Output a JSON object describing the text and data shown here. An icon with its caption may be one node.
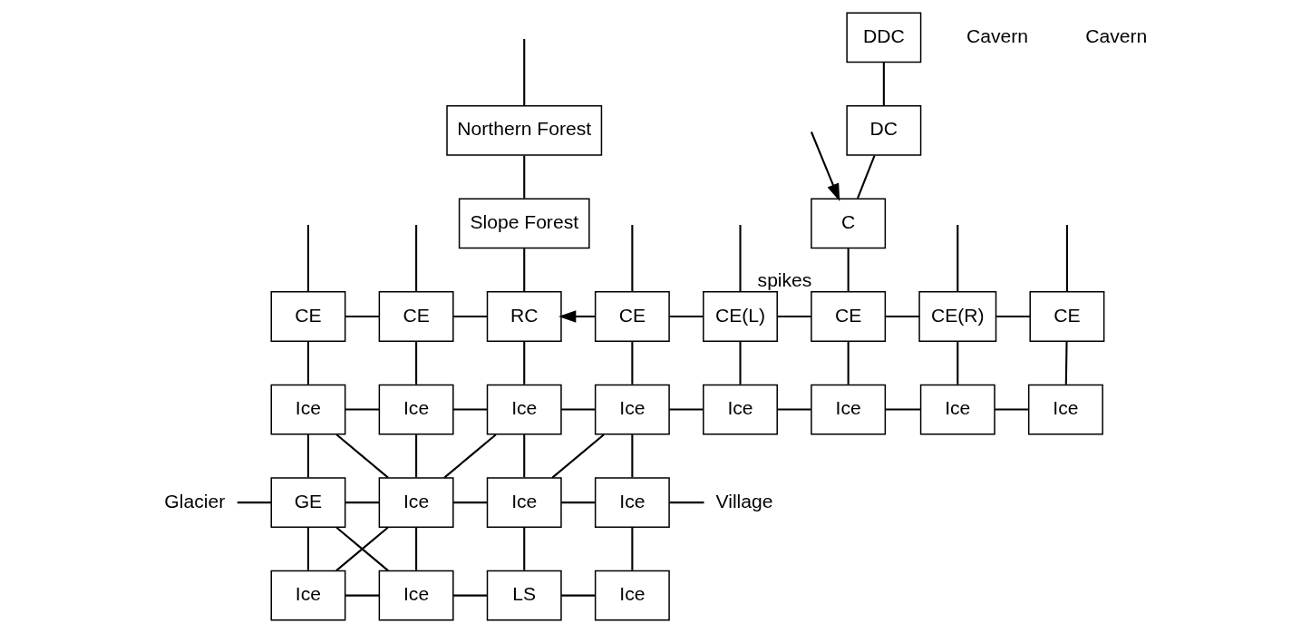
{
  "diagram": {
    "nodes": [
      {
        "text": [
          "DDC"
        ]
      },
      {
        "text": [
          "Northern Forest"
        ]
      },
      {
        "text": [
          "DC"
        ]
      },
      {
        "text": [
          "C"
        ]
      },
      {
        "text": [
          "Slope Forest"
        ]
      },
      {
        "text": [
          "CE"
        ]
      },
      {
        "text": [
          "CE"
        ]
      },
      {
        "text": [
          "RC"
        ]
      },
      {
        "text": [
          "CE"
        ]
      },
      {
        "text": [
          "CE(L)"
        ]
      },
      {
        "text": [
          "CE"
        ],
        "beside": [
          "spikes"
        ]
      },
      {
        "text": [
          "CE(R)"
        ]
      },
      {
        "text": [
          "CE"
        ]
      },
      {
        "text": [
          "Ice"
        ]
      },
      {
        "text": [
          "Ice"
        ]
      },
      {
        "text": [
          "Ice"
        ]
      },
      {
        "text": [
          "Ice"
        ]
      },
      {
        "text": [
          "Ice"
        ]
      },
      {
        "text": [
          "Ice"
        ]
      },
      {
        "text": [
          "Ice"
        ]
      },
      {
        "text": [
          "Ice"
        ]
      },
      {
        "text": [
          "Glacier"
        ]
      },
      {
        "text": [
          "GE"
        ]
      },
      {
        "text": [
          "Ice"
        ]
      },
      {
        "text": [
          "Ice"
        ]
      },
      {
        "text": [
          "Ice"
        ]
      },
      {
        "text": [
          "Village"
        ]
      },
      {
        "text": [
          "Ice"
        ]
      },
      {
        "text": [
          "Ice"
        ]
      },
      {
        "text": [
          "LS"
        ]
      },
      {
        "text": [
          "Ice"
        ]
      }
    ],
    "edges": [
      {
        "from": null,
        "to": 1,
        "arrow": "none"
      },
      {
        "from": 1,
        "to": 4,
        "arrow": "none"
      },
      {
        "from": 4,
        "to": 7,
        "arrow": "none"
      },
      {
        "from": 0,
        "to": 2,
        "arrow": "none"
      },
      {
        "from": 2,
        "to": 3,
        "arrow": "none"
      },
      {
        "from": null,
        "to": 3,
        "arrow": "to"
      },
      {
        "from": 3,
        "to": 10,
        "arrow": "none"
      },
      {
        "from": null,
        "to": 5,
        "arrow": "none"
      },
      {
        "from": null,
        "to": 6,
        "arrow": "none"
      },
      {
        "from": null,
        "to": 8,
        "arrow": "none"
      },
      {
        "from": null,
        "to": 9,
        "arrow": "none"
      },
      {
        "from": null,
        "to": 11,
        "arrow": "none"
      },
      {
        "from": null,
        "to": 12,
        "arrow": "none"
      },
      {
        "from": 5,
        "to": 6,
        "arrow": "none"
      },
      {
        "from": 6,
        "to": 7,
        "arrow": "none"
      },
      {
        "from": 8,
        "to": 7,
        "arrow": "to"
      },
      {
        "from": 8,
        "to": 9,
        "arrow": "none"
      },
      {
        "from": 9,
        "to": 10,
        "arrow": "none"
      },
      {
        "from": 10,
        "to": 11,
        "arrow": "none"
      },
      {
        "from": 11,
        "to": 12,
        "arrow": "none"
      },
      {
        "from": 5,
        "to": 13,
        "arrow": "none"
      },
      {
        "from": 6,
        "to": 14,
        "arrow": "none"
      },
      {
        "from": 7,
        "to": 15,
        "arrow": "none"
      },
      {
        "from": 8,
        "to": 16,
        "arrow": "none"
      },
      {
        "from": 9,
        "to": 17,
        "arrow": "none"
      },
      {
        "from": 10,
        "to": 18,
        "arrow": "none"
      },
      {
        "from": 11,
        "to": 19,
        "arrow": "none"
      },
      {
        "from": 12,
        "to": 20,
        "arrow": "none"
      },
      {
        "from": 13,
        "to": 14,
        "arrow": "none"
      },
      {
        "from": 14,
        "to": 15,
        "arrow": "none"
      },
      {
        "from": 15,
        "to": 16,
        "arrow": "none"
      },
      {
        "from": 16,
        "to": 17,
        "arrow": "none"
      },
      {
        "from": 17,
        "to": 18,
        "arrow": "none"
      },
      {
        "from": 18,
        "to": 19,
        "arrow": "none"
      },
      {
        "from": 19,
        "to": 20,
        "arrow": "none"
      },
      {
        "from": 13,
        "to": 22,
        "arrow": "none"
      },
      {
        "from": 13,
        "to": 23,
        "arrow": "none"
      },
      {
        "from": 14,
        "to": 23,
        "arrow": "none"
      },
      {
        "from": 15,
        "to": 23,
        "arrow": "none"
      },
      {
        "from": 15,
        "to": 24,
        "arrow": "none"
      },
      {
        "from": 16,
        "to": 24,
        "arrow": "none"
      },
      {
        "from": 16,
        "to": 25,
        "arrow": "none"
      },
      {
        "from": 21,
        "to": 22,
        "arrow": "none"
      },
      {
        "from": 22,
        "to": 23,
        "arrow": "none"
      },
      {
        "from": 23,
        "to": 24,
        "arrow": "none"
      },
      {
        "from": 24,
        "to": 25,
        "arrow": "none"
      },
      {
        "from": 25,
        "to": 26,
        "arrow": "none"
      },
      {
        "from": 22,
        "to": 27,
        "arrow": "none"
      },
      {
        "from": 22,
        "to": 28,
        "arrow": "none"
      },
      {
        "from": 23,
        "to": 27,
        "arrow": "none"
      },
      {
        "from": 23,
        "to": 28,
        "arrow": "none"
      },
      {
        "from": 24,
        "to": 29,
        "arrow": "none"
      },
      {
        "from": 25,
        "to": 30,
        "arrow": "none"
      },
      {
        "from": 27,
        "to": 28,
        "arrow": "none"
      },
      {
        "from": 28,
        "to": 29,
        "arrow": "none"
      },
      {
        "from": 29,
        "to": 30,
        "arrow": "none"
      }
    ],
    "labels": [
      "Cavern",
      "Cavern"
    ]
  }
}
